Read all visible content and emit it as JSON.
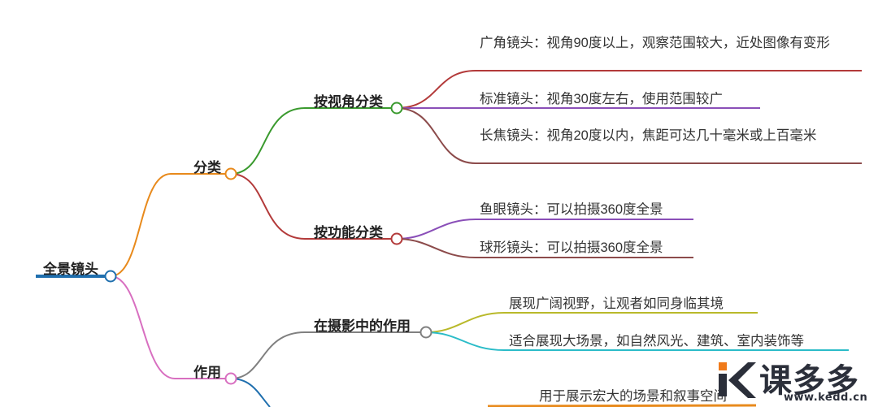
{
  "mindmap": {
    "root": {
      "label": "全景镜头",
      "color": "#1f6fae"
    },
    "classify": {
      "label": "分类",
      "color": "#e88a1c",
      "by_angle": {
        "label": "按视角分类",
        "color": "#3a9a2e",
        "leaves": [
          {
            "text": "广角镜头：视角90度以上，观察范围较大，近处图像有变形",
            "color": "#b33a3a"
          },
          {
            "text": "标准镜头：视角30度左右，使用范围较广",
            "color": "#8a4fb8"
          },
          {
            "text": "长焦镜头：视角20度以内，焦距可达几十毫米或上百毫米",
            "color": "#8c4b4b"
          }
        ]
      },
      "by_function": {
        "label": "按功能分类",
        "color": "#b33a3a",
        "leaves": [
          {
            "text": "鱼眼镜头：可以拍摄360度全景",
            "color": "#8a4fb8"
          },
          {
            "text": "球形镜头：可以拍摄360度全景",
            "color": "#8c4b4b"
          }
        ]
      }
    },
    "usage": {
      "label": "作用",
      "color": "#d86fc0",
      "in_photography": {
        "label": "在摄影中的作用",
        "color": "#808080",
        "leaves": [
          {
            "text": "展现广阔视野，让观者如同身临其境",
            "color": "#b9b92a"
          },
          {
            "text": "适合展现大场景，如自然风光、建筑、室内装饰等",
            "color": "#2bbcc8"
          }
        ]
      },
      "partial_leaf": {
        "text": "用于展示宏大的场景和叙事空间",
        "color": "#e88a1c"
      },
      "partial_branch_color": "#1f6fae"
    }
  },
  "watermark": {
    "brand": "课多多",
    "url": "www.kedd.cn",
    "colors": {
      "dark": "#2b2f3a",
      "accent": "#f07a1a"
    }
  }
}
